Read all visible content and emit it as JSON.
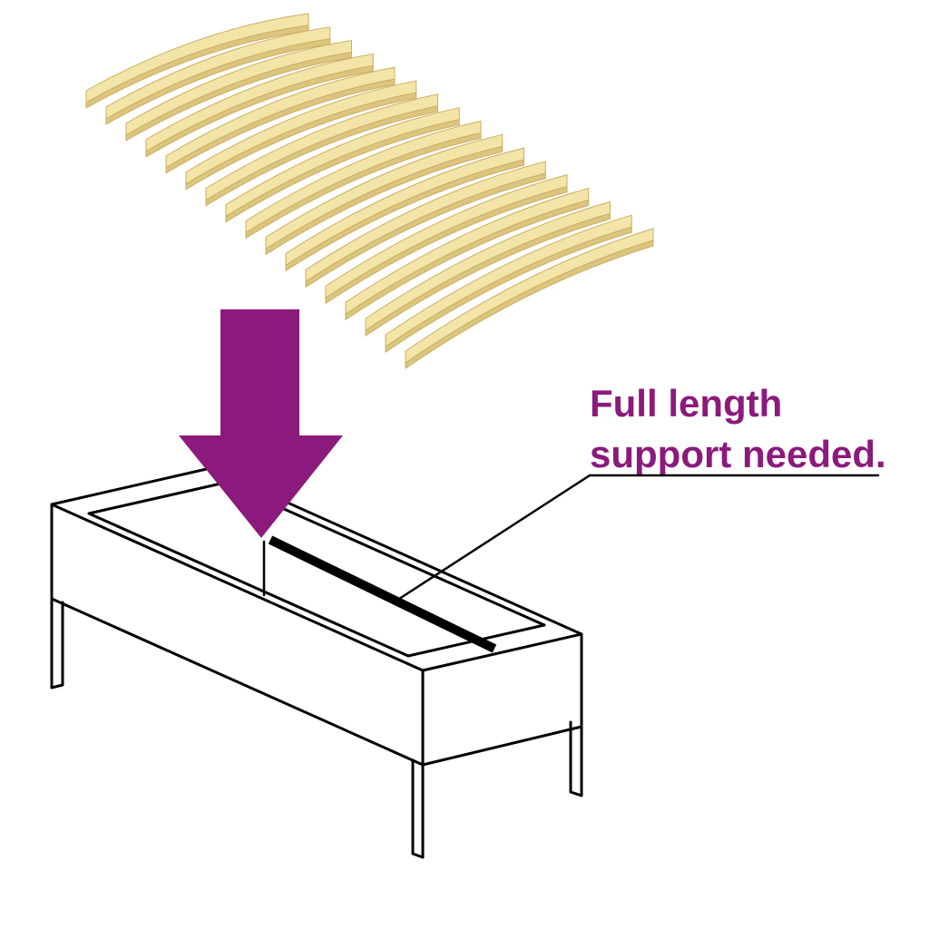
{
  "page": {
    "background": "#ffffff"
  },
  "colors": {
    "accent_purple": "#8B1A7C",
    "slat_face": "#F3E5A7",
    "slat_edge": "#DDC57E",
    "slat_outline": "#C9AE63",
    "ink": "#000000"
  },
  "illustration": {
    "slat_count": 17
  },
  "callout": {
    "line1": "Full length",
    "line2": "support needed."
  }
}
